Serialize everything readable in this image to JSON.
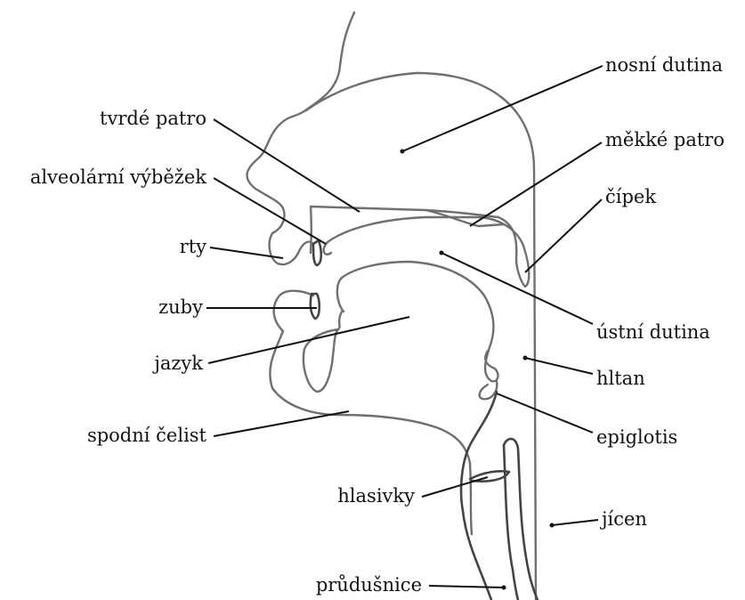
{
  "labels": {
    "nosni_dutina": "nosní dutina",
    "tvrde_patro": "tvrdé patro",
    "mekke_patro": "měkké patro",
    "alveolarni_vybezek": "alveolární výběžek",
    "cipek": "čípek",
    "rty": "rty",
    "zuby": "zuby",
    "ustni_dutina": "ústní dutina",
    "jazyk": "jazyk",
    "hltan": "hltan",
    "spodni_celist": "spodní čelist",
    "epiglotis": "epiglotis",
    "hlasivky": "hlasivky",
    "jicen": "jícen",
    "prudusnice": "průdušnice"
  }
}
